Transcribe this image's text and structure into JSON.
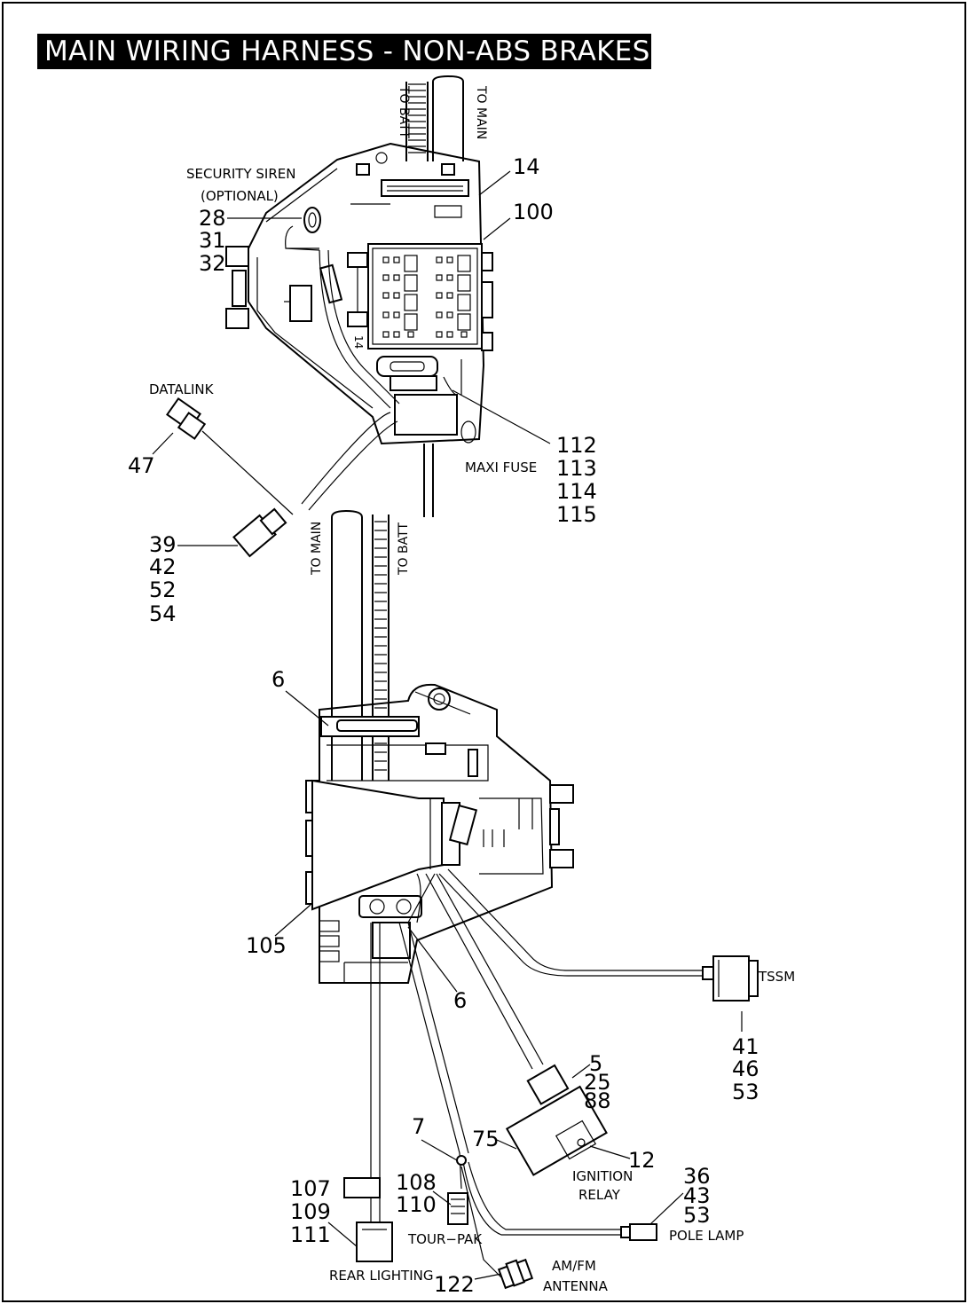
{
  "title": "MAIN WIRING HARNESS - NON-ABS BRAKES",
  "labels": {
    "to_batt_top": "TO BATT",
    "to_main_top": "TO MAIN",
    "to_main_mid": "TO MAIN",
    "to_batt_mid": "TO BATT",
    "security_siren": "SECURITY SIREN",
    "optional": "(OPTIONAL)",
    "datalink": "DATALINK",
    "maxi_fuse": "MAXI FUSE",
    "tssm": "TSSM",
    "ignition": "IGNITION",
    "relay": "RELAY",
    "pole_lamp": "POLE LAMP",
    "tour_pak": "TOUR−PAK",
    "rear_lighting": "REAR LIGHTING",
    "am_fm": "AM/FM",
    "antenna": "ANTENNA",
    "fuse_block_mark": "14"
  },
  "callouts": {
    "c14": "14",
    "c100": "100",
    "c28": "28",
    "c31": "31",
    "c32": "32",
    "c47": "47",
    "c39": "39",
    "c42": "42",
    "c52": "52",
    "c54": "54",
    "c112": "112",
    "c113": "113",
    "c114": "114",
    "c115": "115",
    "c6a": "6",
    "c105": "105",
    "c6b": "6",
    "c41": "41",
    "c46": "46",
    "c53a": "53",
    "c5": "5",
    "c25": "25",
    "c88": "88",
    "c7": "7",
    "c75": "75",
    "c12": "12",
    "c36": "36",
    "c43": "43",
    "c53b": "53",
    "c107": "107",
    "c109": "109",
    "c111": "111",
    "c108": "108",
    "c110": "110",
    "c122": "122"
  }
}
